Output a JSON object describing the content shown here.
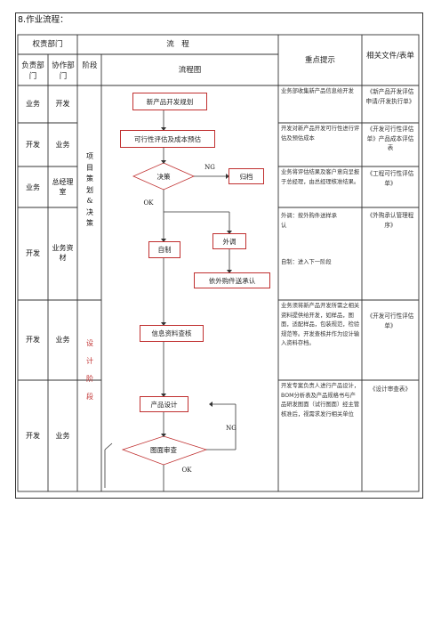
{
  "section_title": "8.作业流程：",
  "header": {
    "responsible_dept": "权责部门",
    "process": "流　程",
    "key_points": "重点提示",
    "related_docs": "相关文件/表单",
    "lead_dept": "负责部门",
    "assist_dept": "协作部门",
    "stage": "阶段",
    "flowchart": "流程图"
  },
  "stages": {
    "project": "项目策划&决策",
    "design": "设计阶段"
  },
  "rows": [
    {
      "lead": "业务",
      "assist": "开发",
      "note": "业务部收集新产品信息给开发",
      "doc": "《新产品开发评估申请/开发执行单》"
    },
    {
      "lead": "开发",
      "assist": "业务",
      "note": "开发对新产品开发可行性进行评估及预估成本",
      "doc": "《开发可行性评估单》产品成本评估表"
    },
    {
      "lead": "业务",
      "assist": "总经理室",
      "note": "业务将评估结果及客户意向呈报于总经理，由总经理核准结果。",
      "doc": "《工程可行性评估单》"
    },
    {
      "lead": "开发",
      "assist": "业务资材",
      "note": "外调：按外购件送样承认",
      "note2": "自制：进入下一阶段",
      "doc": "《外购承认管理程序》"
    },
    {
      "lead": "开发",
      "assist": "业务",
      "note": "业务须将新产品开发所需之相关资料提供给开发，如样品，图面，适配样品，包装规范，检验规范等。开发查核并作为设计输入资料存档。",
      "doc": "《开发可行性评估单》"
    },
    {
      "lead": "开发",
      "assist": "业务",
      "note": "开发专案负责人进行产品设计，BOM分析表及产品规格书与产品研发图面（试行图面）经主管核准后，视需求发行相关单位",
      "doc": "《设计审查表》"
    }
  ],
  "flow": {
    "new_product": "新产品开发规划",
    "feasibility": "可行性评估及成本预估",
    "decision": "决策",
    "archive": "归档",
    "ng1": "NG",
    "ok1": "OK",
    "outsource": "外调",
    "self_made": "自制",
    "purchase_sample": "依外购件送承认",
    "info_check": "信息资料查核",
    "product_design": "产品设计",
    "drawing_review": "图面审查",
    "ng2": "NG",
    "ok2": "OK"
  },
  "colors": {
    "box_border": "#c03030",
    "design_stage": "#c03030",
    "line": "#333333"
  }
}
